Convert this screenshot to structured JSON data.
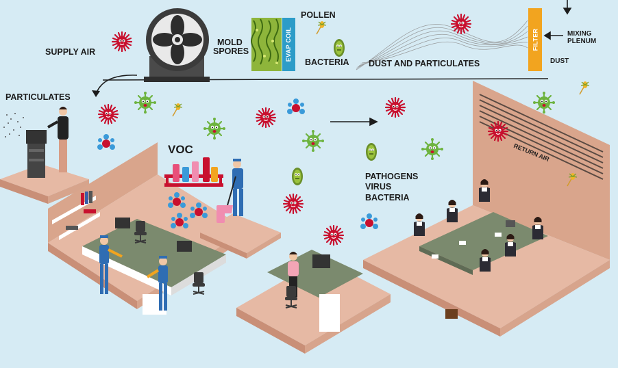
{
  "labels": {
    "supply_air": "SUPPLY AIR",
    "mold_spores_line1": "MOLD",
    "mold_spores_line2": "SPORES",
    "evap_coil": "EVAP COIL",
    "pollen": "POLLEN",
    "bacteria_top": "BACTERIA",
    "dust_particulates": "DUST AND PARTICULATES",
    "filter": "FILTER",
    "mixing_plenum_line1": "MIXING",
    "mixing_plenum_line2": "PLENUM",
    "dust": "DUST",
    "particulates": "PARTICULATES",
    "voc": "VOC",
    "pathogens": "PATHOGENS",
    "virus": "VIRUS",
    "bacteria": "BACTERIA",
    "return_air": "RETURN AIR"
  },
  "colors": {
    "background": "#d6ebf4",
    "floor": "#e6b9a4",
    "floor_edge": "#c98f77",
    "wall": "#d9a58c",
    "desk": "#7b8a6e",
    "evap_coil": "#2d9cc8",
    "filter": "#f2a41f",
    "virus_red": "#c8102e",
    "virus_green": "#6db33f",
    "worker_blue": "#2f6db3"
  },
  "icons": [
    "fan-icon",
    "mold-spore-icon",
    "virus-icon",
    "bacteria-icon",
    "pollen-icon",
    "arrow-icon",
    "person-icon",
    "desk-icon",
    "chair-icon",
    "printer-icon",
    "shelf-icon",
    "bottle-icon",
    "return-vent-icon"
  ]
}
